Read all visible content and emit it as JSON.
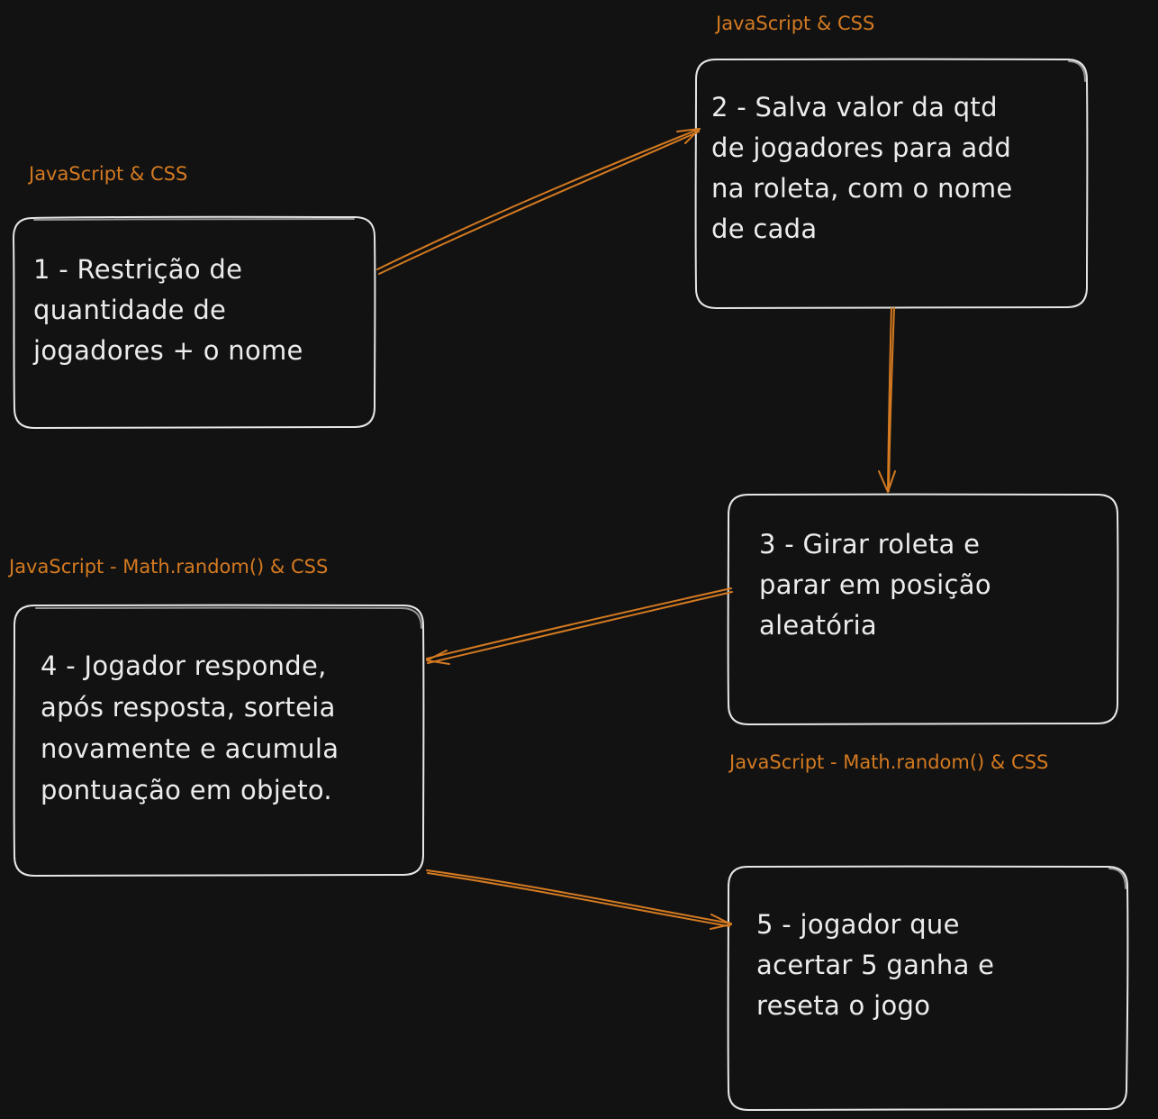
{
  "colors": {
    "background": "#121212",
    "box_stroke": "#e6e6e6",
    "box_text": "#ececec",
    "accent": "#d47a21"
  },
  "steps": [
    {
      "id": 1,
      "text": "1 - Restrição de\nquantidade de\njogadores + o nome",
      "tag": "JavaScript & CSS"
    },
    {
      "id": 2,
      "text": "2 - Salva valor da qtd\nde jogadores para add\nna roleta, com o nome\nde cada",
      "tag": "JavaScript & CSS"
    },
    {
      "id": 3,
      "text": "3 - Girar roleta e\nparar em posição\naleatória",
      "tag": "JavaScript - Math.random() & CSS"
    },
    {
      "id": 4,
      "text": "4 - Jogador responde,\napós resposta, sorteia\nnovamente e acumula\npontuação em objeto.",
      "tag": "JavaScript - Math.random() & CSS"
    },
    {
      "id": 5,
      "text": "5 - jogador que\nacertar 5 ganha e\nreseta o jogo",
      "tag": ""
    }
  ],
  "connections": [
    {
      "from": 1,
      "to": 2
    },
    {
      "from": 2,
      "to": 3
    },
    {
      "from": 3,
      "to": 4
    },
    {
      "from": 4,
      "to": 5
    }
  ]
}
